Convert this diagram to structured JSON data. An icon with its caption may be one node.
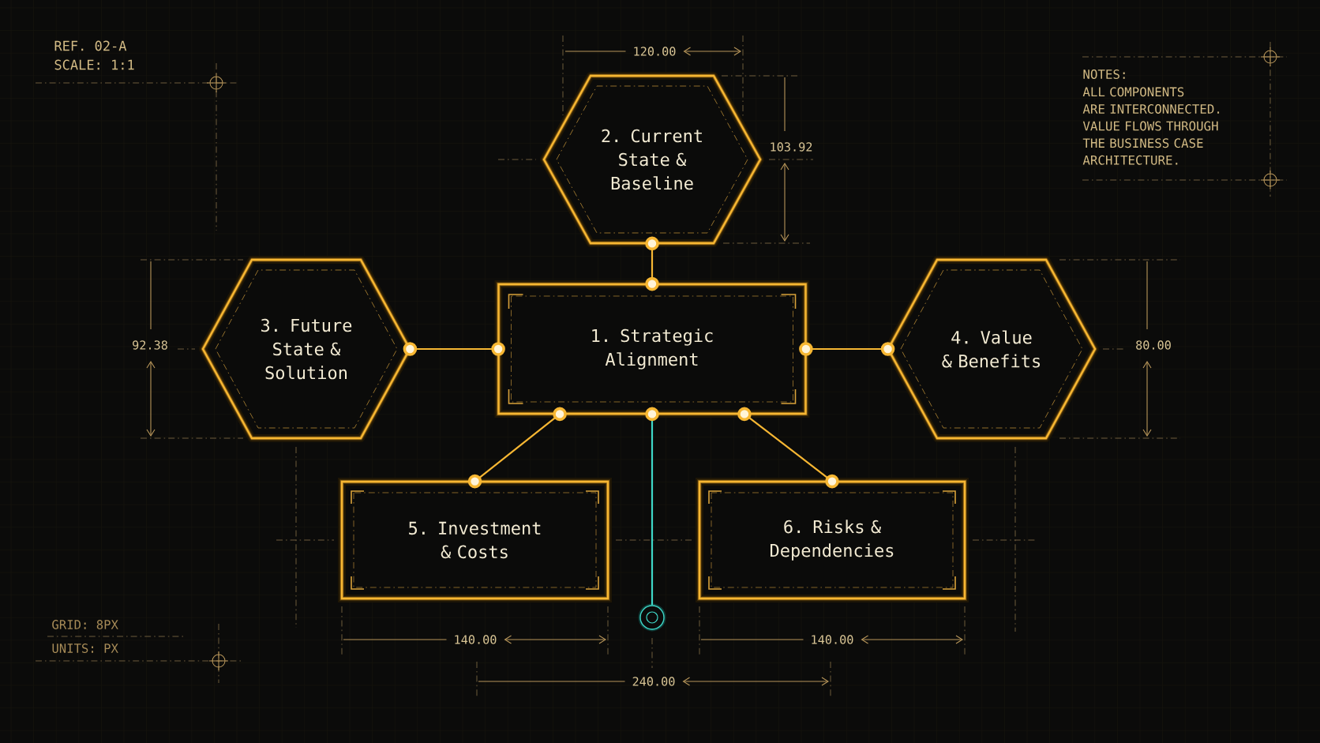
{
  "diagram": {
    "nodes": [
      {
        "text": [
          "2. Current State & Baseline"
        ]
      },
      {
        "text": [
          "3. Future State & Solution"
        ]
      },
      {
        "text": [
          "1. Strategic Alignment"
        ]
      },
      {
        "text": [
          "4. Value & Benefits"
        ]
      },
      {
        "text": [
          "5. Investment & Costs"
        ]
      },
      {
        "text": [
          "6. Risks & Dependencies"
        ]
      },
      {
        "text": [],
        "shape": "circle"
      }
    ],
    "edges": [
      {
        "from": 2,
        "to": 0,
        "arrow": "other"
      },
      {
        "from": 2,
        "to": 1,
        "arrow": "other"
      },
      {
        "from": 2,
        "to": 3,
        "arrow": "other"
      },
      {
        "from": 2,
        "to": 4,
        "arrow": "other"
      },
      {
        "from": 2,
        "to": 5,
        "arrow": "other"
      },
      {
        "from": 2,
        "to": 6,
        "arrow": "other",
        "color": "#3fd8c8"
      }
    ],
    "labels": [
      "REF. 02-A",
      "SCALE: 1:1",
      "120.00",
      "NOTES:",
      "ALL COMPONENTS ARE INTERCONNECTED. VALUE FLOWS THROUGH THE BUSINESS CASE ARCHITECTURE.",
      "103.92",
      "92.38",
      "80.00",
      "GRID: 8PX",
      "UNITS: PX",
      "140.00",
      "140.00",
      "240.00"
    ]
  }
}
